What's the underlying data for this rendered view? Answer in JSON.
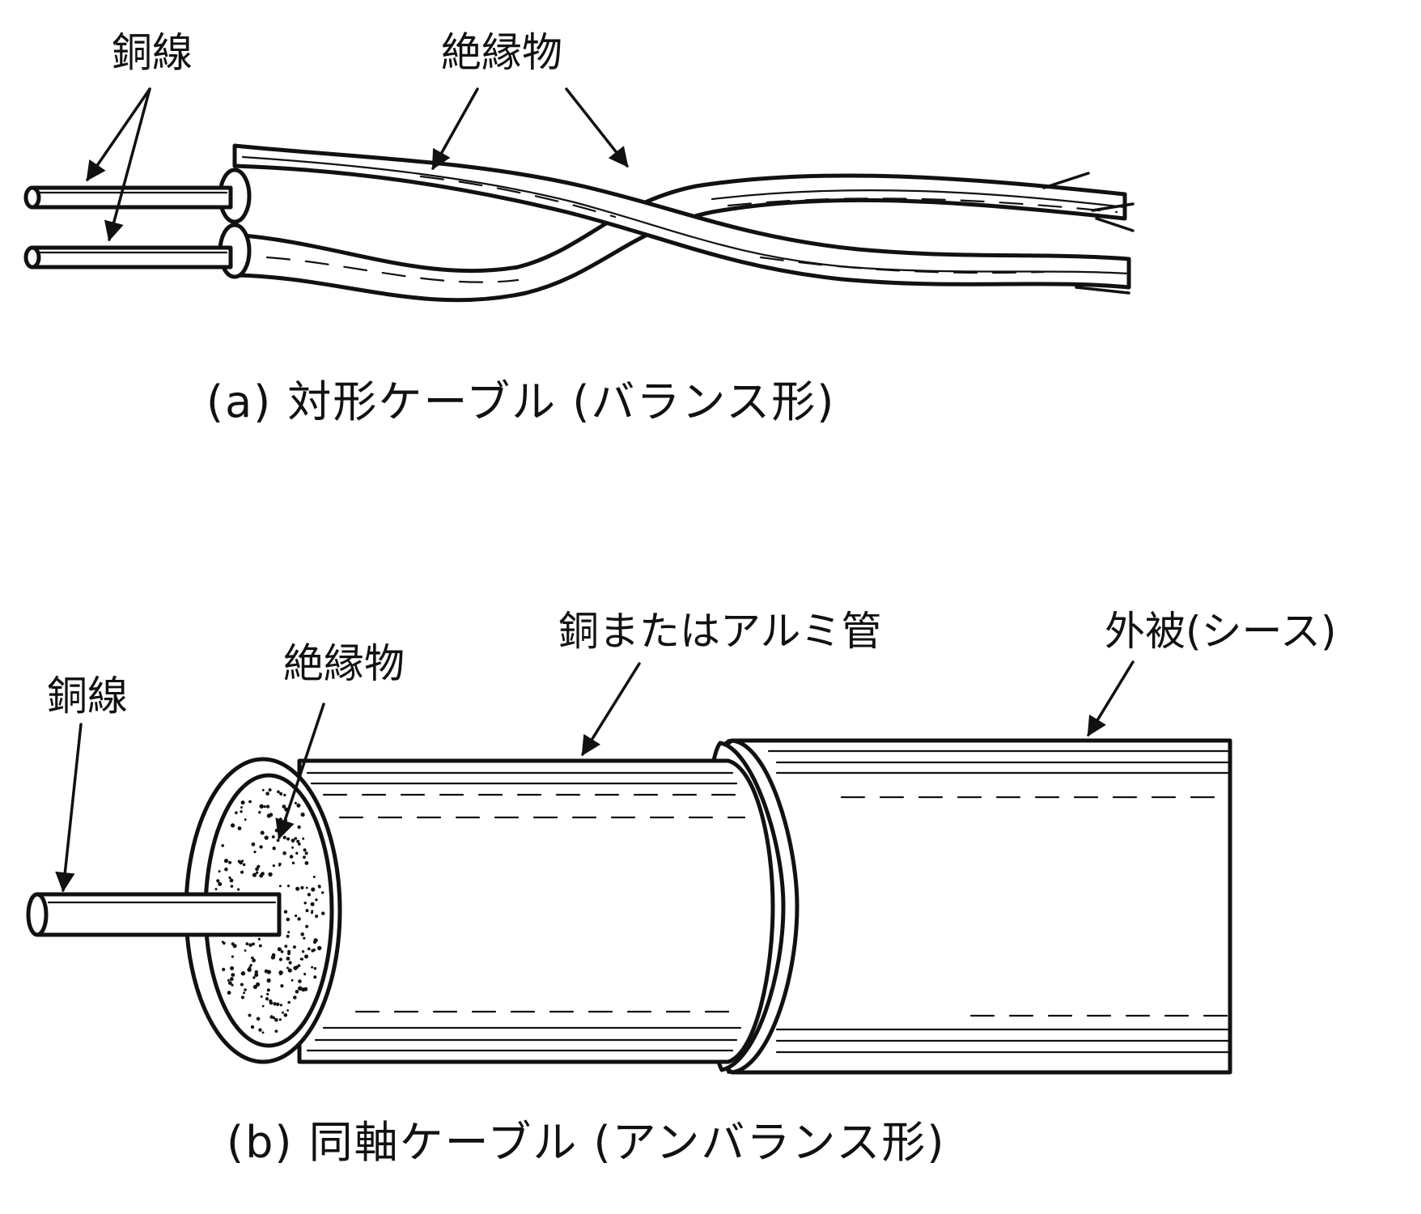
{
  "figure_a": {
    "label_copper_wire": "銅線",
    "label_insulator": "絶縁物",
    "caption": "(a) 対形ケーブル (バランス形)"
  },
  "figure_b": {
    "label_copper_wire": "銅線",
    "label_insulator": "絶縁物",
    "label_tube": "銅またはアルミ管",
    "label_sheath": "外被(シース)",
    "caption": "(b) 同軸ケーブル (アンバランス形)"
  }
}
